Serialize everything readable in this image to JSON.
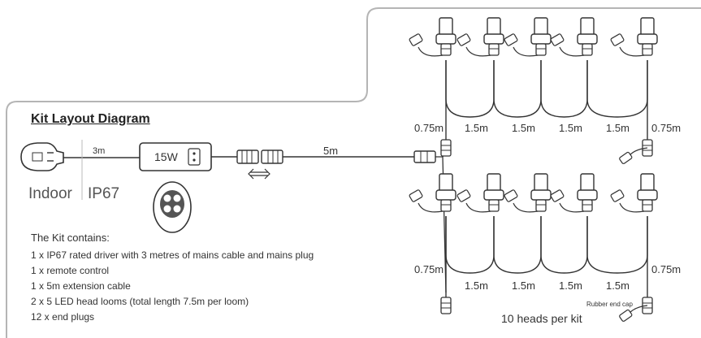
{
  "diagram": {
    "title": "Kit Layout Diagram",
    "plug": {
      "cable_length": "3m",
      "location": "Indoor",
      "rating": "IP67"
    },
    "driver": {
      "label": "15W"
    },
    "extension": {
      "length": "5m"
    },
    "loom_top": {
      "end_left": "0.75m",
      "spacings": [
        "1.5m",
        "1.5m",
        "1.5m",
        "1.5m"
      ],
      "end_right": "0.75m"
    },
    "loom_bottom": {
      "end_left": "0.75m",
      "spacings": [
        "1.5m",
        "1.5m",
        "1.5m",
        "1.5m"
      ],
      "end_right": "0.75m",
      "end_cap_label": "Rubber end cap",
      "caption": "10 heads per kit"
    },
    "kit_contents": {
      "heading": "The Kit contains:",
      "items": [
        "1 x IP67 rated driver with 3 metres of mains cable and mains plug",
        "1 x remote control",
        "1 x 5m extension cable",
        "2 x 5 LED head looms (total length 7.5m per loom)",
        "12 x end plugs"
      ]
    },
    "colors": {
      "frame": "#b5b5b5",
      "line": "#333333",
      "text": "#333333"
    }
  }
}
